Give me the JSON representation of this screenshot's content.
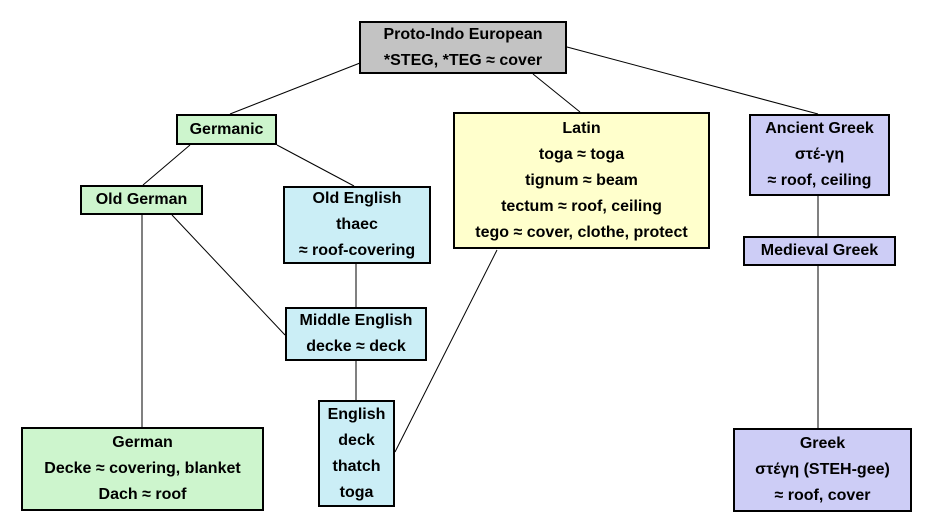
{
  "diagram": {
    "description": "Etymology tree of words meaning cover/roof descending from Proto-Indo European",
    "background": "#ffffff",
    "text_color": "#000000",
    "colors": {
      "proto": "#c3c3c3",
      "germanic": "#cdf5cd",
      "english": "#cbeef6",
      "latin": "#ffffcc",
      "greek": "#cdcdf6"
    },
    "nodes": {
      "pie": {
        "lines": [
          "Proto-Indo European",
          "*STEG, *TEG ≈ cover"
        ]
      },
      "germanic": {
        "lines": [
          "Germanic"
        ]
      },
      "old_german": {
        "lines": [
          "Old German"
        ]
      },
      "old_english": {
        "lines": [
          "Old English",
          "thaec",
          "≈ roof-covering"
        ]
      },
      "latin": {
        "lines": [
          "Latin",
          "toga ≈ toga",
          "tignum ≈ beam",
          "tectum ≈ roof, ceiling",
          "tego ≈ cover, clothe, protect"
        ]
      },
      "ancient_greek": {
        "lines": [
          "Ancient Greek",
          "στέ-γη",
          "≈ roof, ceiling"
        ]
      },
      "medieval_greek": {
        "lines": [
          "Medieval Greek"
        ]
      },
      "middle_english": {
        "lines": [
          "Middle English",
          "decke ≈ deck"
        ]
      },
      "english": {
        "lines": [
          "English",
          "deck",
          "thatch",
          "toga"
        ]
      },
      "german": {
        "lines": [
          "German",
          "Decke ≈ covering, blanket",
          "Dach ≈ roof"
        ]
      },
      "greek": {
        "lines": [
          "Greek",
          "στέγη (STEH-gee)",
          "≈ roof, cover"
        ]
      }
    },
    "edges": [
      {
        "from": "pie",
        "to": "germanic"
      },
      {
        "from": "pie",
        "to": "latin"
      },
      {
        "from": "pie",
        "to": "ancient_greek"
      },
      {
        "from": "germanic",
        "to": "old_german"
      },
      {
        "from": "germanic",
        "to": "old_english"
      },
      {
        "from": "old_german",
        "to": "german"
      },
      {
        "from": "old_german",
        "to": "middle_english"
      },
      {
        "from": "old_english",
        "to": "middle_english"
      },
      {
        "from": "middle_english",
        "to": "english"
      },
      {
        "from": "latin",
        "to": "english"
      },
      {
        "from": "ancient_greek",
        "to": "medieval_greek"
      },
      {
        "from": "medieval_greek",
        "to": "greek"
      }
    ]
  }
}
